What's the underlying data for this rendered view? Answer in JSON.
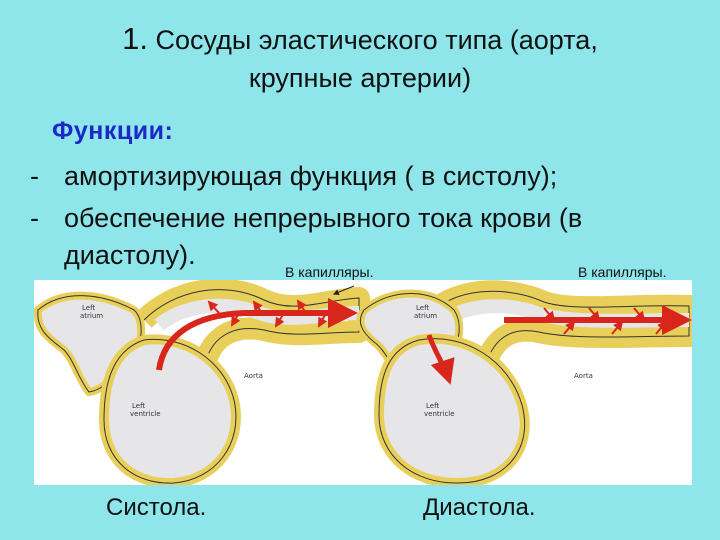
{
  "title": {
    "number": "1.",
    "line1": "Сосуды эластического типа (аорта,",
    "line2": "крупные артерии)"
  },
  "functions": {
    "heading": "Функции:",
    "items": [
      {
        "dash": "-",
        "text": "амортизирующая функция ( в систолу);"
      },
      {
        "dash": "-",
        "text": "обеспечение непрерывного тока крови (в диастолу)."
      }
    ]
  },
  "diagram": {
    "capillaries_label_1": "В капилляры.",
    "capillaries_label_2": "В капилляры.",
    "systole": {
      "left_atrium": [
        "Left",
        "atrium"
      ],
      "left_ventricle": [
        "Left",
        "ventricle"
      ],
      "aorta": "Aorta"
    },
    "diastole": {
      "left_atrium": [
        "Left",
        "atrium"
      ],
      "left_ventricle": [
        "Left",
        "ventricle"
      ],
      "aorta": "Aorta"
    },
    "phase_labels": [
      "Систола.",
      "Диастола."
    ],
    "colors": {
      "background": "#8ee6ea",
      "heading": "#1c28c8",
      "vessel_wall": "#e8cf5a",
      "vessel_lumen": "#e6e6e8",
      "flow_arrow": "#d9261c"
    }
  }
}
